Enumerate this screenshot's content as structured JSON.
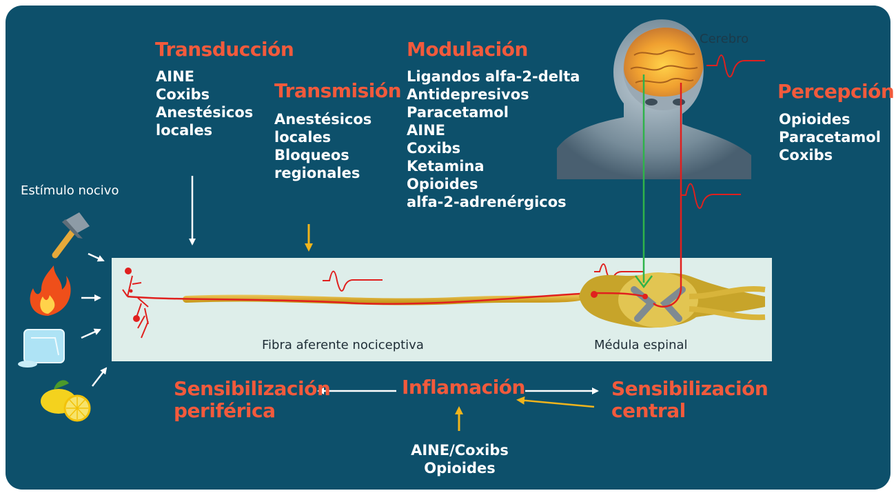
{
  "transduccion": {
    "title": "Transducción",
    "items": [
      "AINE",
      "Coxibs",
      "Anestésicos",
      "locales"
    ]
  },
  "transmision": {
    "title": "Transmisión",
    "items": [
      "Anestésicos",
      "locales",
      "Bloqueos",
      "regionales"
    ]
  },
  "modulacion": {
    "title": "Modulación",
    "items": [
      "Ligandos alfa-2-delta",
      "Antidepresivos",
      "Paracetamol",
      "AINE",
      "Coxibs",
      "Ketamina",
      "Opioides",
      "alfa-2-adrenérgicos"
    ]
  },
  "percepcion": {
    "title": "Percepción",
    "items": [
      "Opioides",
      "Paracetamol",
      "Coxibs"
    ]
  },
  "labels": {
    "brain": "Cerebro",
    "stimulus": "Estímulo nocivo",
    "fiber": "Fibra aferente nociceptiva",
    "spinal": "Médula espinal"
  },
  "bottom": {
    "peripheral": [
      "Sensibilización",
      "periférica"
    ],
    "inflammation": "Inflamación",
    "central": [
      "Sensibilización",
      "central"
    ],
    "drugs": [
      "AINE/Coxibs",
      "Opioides"
    ]
  },
  "colors": {
    "background": "#0d506b",
    "heading": "#f25a3c",
    "text": "#ffffff",
    "signal": "#e0201e",
    "descending": "#2fb34a",
    "drug_arrow": "#f0b41c",
    "fiber_box": "#deeeea"
  },
  "icons": [
    "hammer-icon",
    "fire-icon",
    "ice-icon",
    "lemon-icon",
    "head-brain-icon",
    "spinal-cord-icon"
  ]
}
